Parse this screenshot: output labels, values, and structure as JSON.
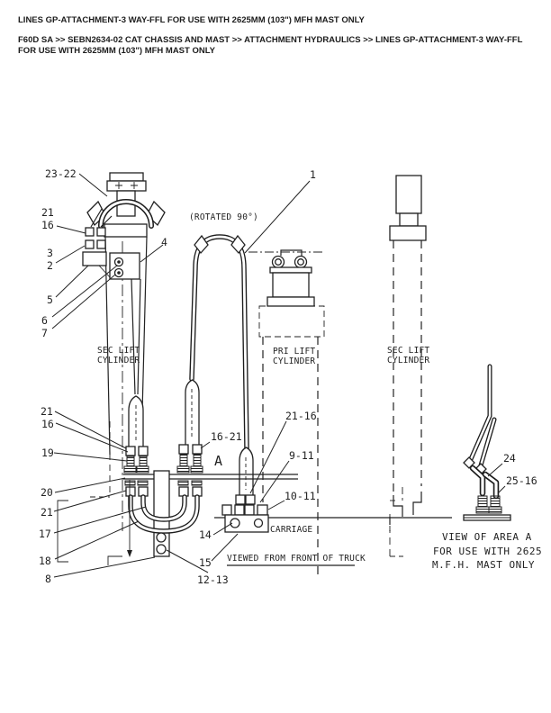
{
  "page": {
    "title_line": "LINES GP-ATTACHMENT-3 WAY-FFL FOR USE WITH 2625MM (103\") MFH MAST ONLY",
    "breadcrumb": "F60D SA >> SEBN2634-02 CAT CHASSIS AND MAST >> ATTACHMENT HYDRAULICS >> LINES GP-ATTACHMENT-3 WAY-FFL FOR USE WITH 2625MM (103\") MFH MAST ONLY"
  },
  "diagram": {
    "ink_color": "#222222",
    "background_color": "#ffffff",
    "labels": {
      "rotated": "(ROTATED 90°)",
      "sec_lift_left_1": "SEC LIFT",
      "sec_lift_left_2": "CYLINDER",
      "pri_lift_1": "PRI LIFT",
      "pri_lift_2": "CYLINDER",
      "sec_lift_right_1": "SEC LIFT",
      "sec_lift_right_2": "CYLINDER",
      "carriage": "CARRIAGE",
      "viewed_from": "VIEWED FROM FRONT OF TRUCK",
      "view_area_1": "VIEW OF AREA A",
      "view_area_2": "FOR USE WITH 2625",
      "view_area_3": "M.F.H. MAST ONLY",
      "area_marker": "A"
    },
    "callouts": {
      "c23_22": "23-22",
      "c21_top": "21",
      "c16_top": "16",
      "c3": "3",
      "c2": "2",
      "c5": "5",
      "c6": "6",
      "c7": "7",
      "c4": "4",
      "c1": "1",
      "c21_mid": "21",
      "c16_mid": "16",
      "c19": "19",
      "c20": "20",
      "c21_low": "21",
      "c17": "17",
      "c18": "18",
      "c8": "8",
      "c14": "14",
      "c15": "15",
      "c12_13": "12-13",
      "c16_21": "16-21",
      "c21_16": "21-16",
      "c9_11": "9-11",
      "c10_11": "10-11",
      "c24": "24",
      "c25_16": "25-16"
    }
  }
}
